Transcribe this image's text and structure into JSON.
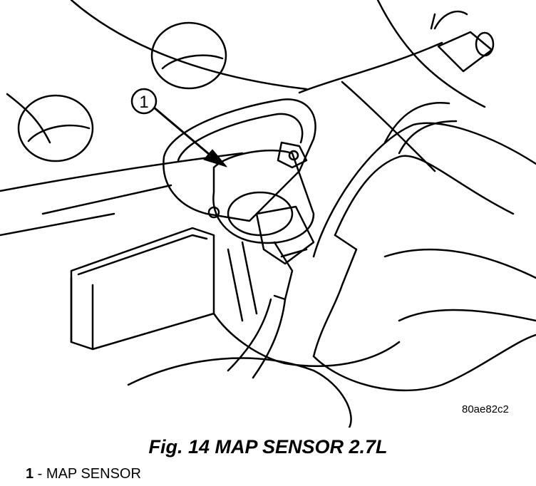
{
  "figure": {
    "callout_number": "1",
    "image_code": "80ae82c2",
    "caption": "Fig. 14 MAP SENSOR 2.7L"
  },
  "legend": [
    {
      "number": "1",
      "separator": " - ",
      "text": "MAP SENSOR"
    }
  ]
}
